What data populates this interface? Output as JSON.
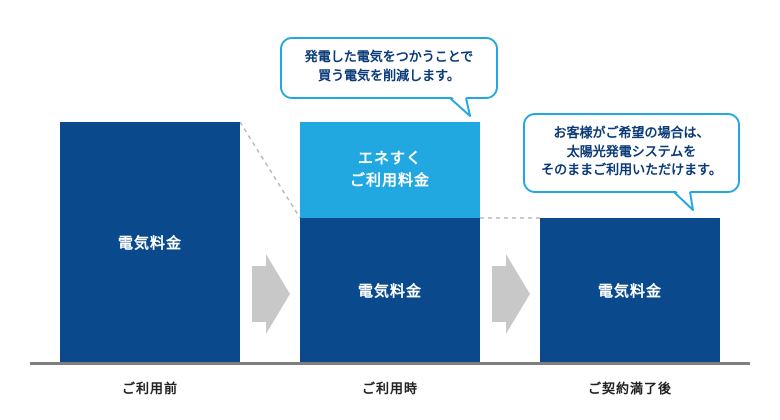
{
  "bars": {
    "before": {
      "label": "電気料金"
    },
    "during_top": {
      "line1": "エネすく",
      "line2": "ご利用料金"
    },
    "during_bottom": {
      "label": "電気料金"
    },
    "after": {
      "label": "電気料金"
    }
  },
  "categories": [
    "ご利用前",
    "ご利用時",
    "ご契約満了後"
  ],
  "bubbles": {
    "during": [
      "発電した電気をつかうことで",
      "買う電気を削減します。"
    ],
    "after": [
      "お客様がご希望の場合は、",
      "太陽光発電システムを",
      "そのままご利用いただけます。"
    ]
  },
  "colors": {
    "dark_blue": "#0a4a8c",
    "light_blue": "#22a8e0",
    "arrow_gray": "#c8c8c8",
    "baseline": "#7f7f7f"
  },
  "icons": {
    "step_arrow": "right-arrow-icon"
  }
}
